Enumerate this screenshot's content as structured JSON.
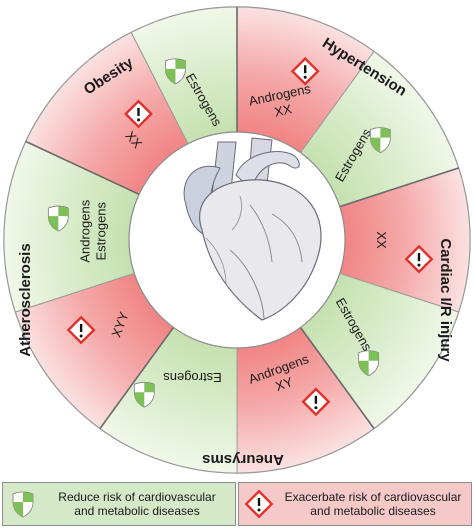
{
  "segments": [
    {
      "name": "Obesity",
      "items": [
        {
          "lines": [
            "XX"
          ],
          "effect": "harm"
        },
        {
          "lines": [
            "Estrogens"
          ],
          "effect": "protect"
        }
      ]
    },
    {
      "name": "Hypertension",
      "items": [
        {
          "lines": [
            "Androgens",
            "XX"
          ],
          "effect": "harm"
        },
        {
          "lines": [
            "Estrogens"
          ],
          "effect": "protect"
        }
      ]
    },
    {
      "name": "Cardiac I/R injury",
      "items": [
        {
          "lines": [
            "XX"
          ],
          "effect": "harm"
        },
        {
          "lines": [
            "Estrogens"
          ],
          "effect": "protect"
        }
      ]
    },
    {
      "name": "Aneurysms",
      "items": [
        {
          "lines": [
            "Androgens",
            "XY"
          ],
          "effect": "harm"
        },
        {
          "lines": [
            "Estrogens"
          ],
          "effect": "protect"
        }
      ]
    },
    {
      "name": "Atherosclerosis",
      "items": [
        {
          "lines": [
            "XYY"
          ],
          "effect": "harm"
        },
        {
          "lines": [
            "Androgens",
            "Estrogens"
          ],
          "effect": "protect"
        }
      ]
    }
  ],
  "legend": {
    "protect_label": "Reduce risk of cardiovascular\nand metabolic diseases",
    "harm_label": "Exacerbate risk of cardiovascular\nand metabolic diseases"
  },
  "colors": {
    "protect_fill": "#c9e3b6",
    "harm_fill": "#f08b8b",
    "outer_ring": "#f2f7ee",
    "shield_green": "#7fbf5a",
    "warning_red": "#e0302a",
    "heart": "#e9e9ed"
  },
  "icons": {
    "protect": "shield-icon",
    "harm": "warning-diamond-icon"
  }
}
